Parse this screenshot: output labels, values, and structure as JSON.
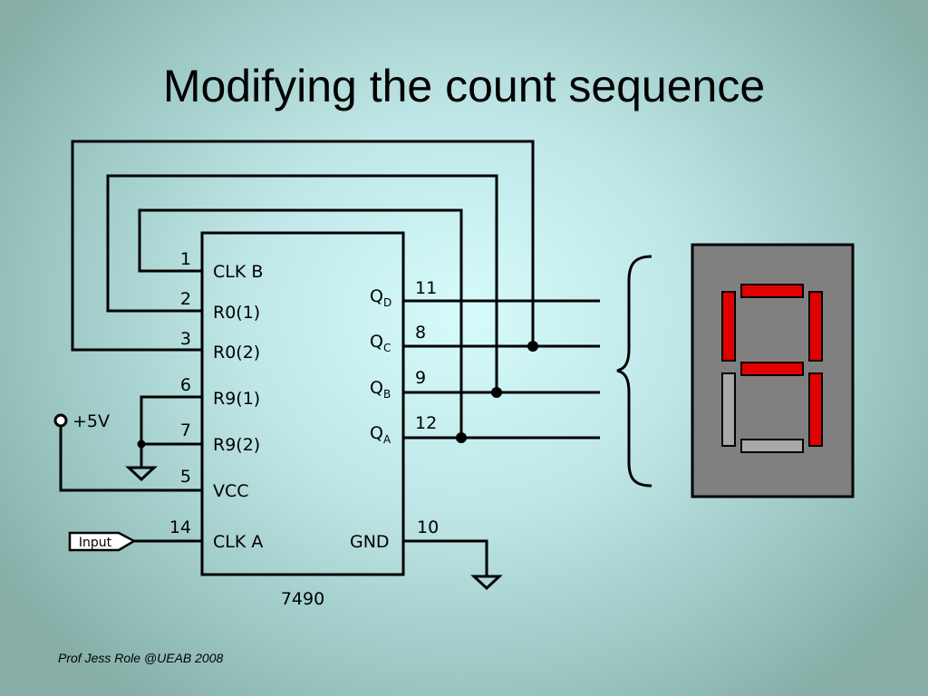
{
  "slide": {
    "title": "Modifying the count sequence",
    "footer": "Prof Jess Role @UEAB 2008"
  },
  "chip": {
    "name": "7490",
    "left_pins": [
      {
        "number": "1",
        "label": "CLK B"
      },
      {
        "number": "2",
        "label": "R0(1)"
      },
      {
        "number": "3",
        "label": "R0(2)"
      },
      {
        "number": "6",
        "label": "R9(1)"
      },
      {
        "number": "7",
        "label": "R9(2)"
      },
      {
        "number": "5",
        "label": "VCC"
      },
      {
        "number": "14",
        "label": "CLK A"
      }
    ],
    "right_pins": [
      {
        "number": "11",
        "label": "Q",
        "sub": "D"
      },
      {
        "number": "8",
        "label": "Q",
        "sub": "C"
      },
      {
        "number": "9",
        "label": "Q",
        "sub": "B"
      },
      {
        "number": "12",
        "label": "Q",
        "sub": "A"
      },
      {
        "number": "10",
        "label": "GND",
        "sub": ""
      }
    ]
  },
  "supply_label": "+5V",
  "input_label": "Input",
  "display": {
    "digit_shown": "9",
    "segments_on": [
      "a",
      "b",
      "c",
      "f",
      "g"
    ],
    "segments_off": [
      "d",
      "e"
    ],
    "on_color": "#e00000",
    "off_color": "#a8a8a8",
    "panel_color": "#808080"
  }
}
